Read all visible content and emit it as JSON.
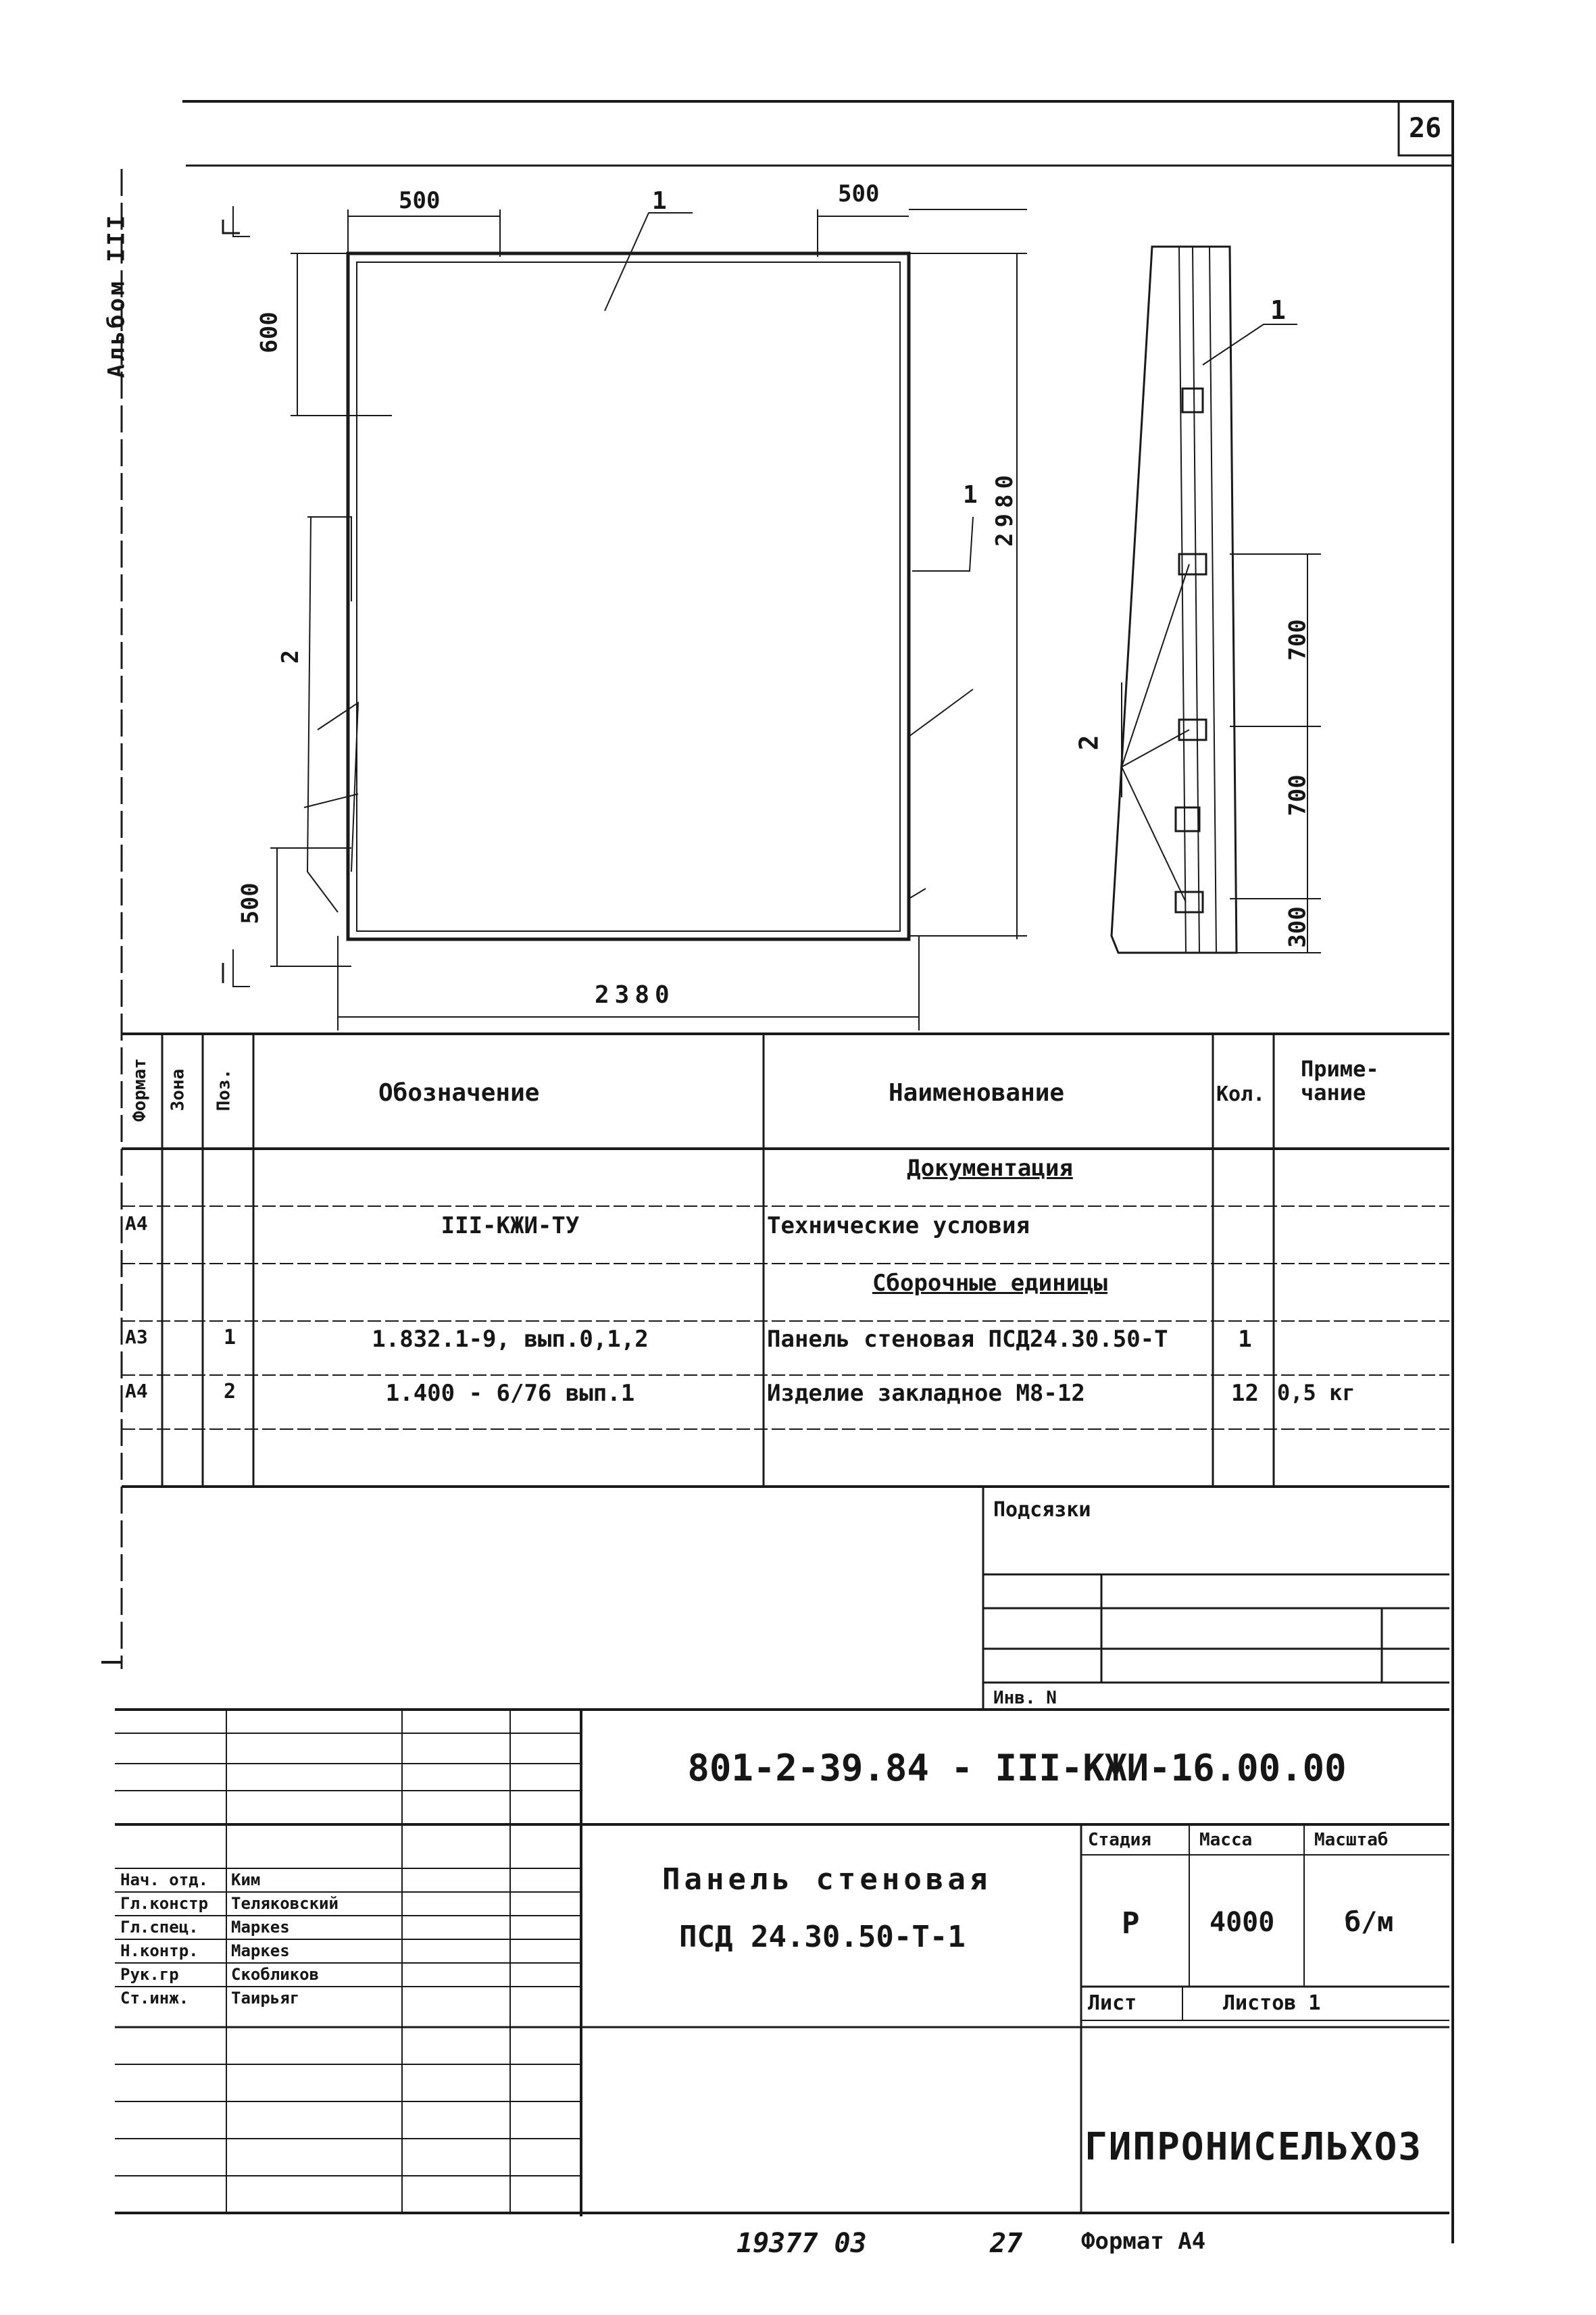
{
  "sheet": {
    "page_number": "26",
    "album_label": "Альбом III"
  },
  "drawing": {
    "front": {
      "dim_top_left": "500",
      "dim_top_right": "500",
      "dim_left_upper": "600",
      "dim_left_lower": "500",
      "dim_right": "2980",
      "dim_bottom": "2380",
      "callout_1a": "1",
      "callout_1b": "1",
      "callout_2": "2"
    },
    "side": {
      "callout_1": "1",
      "callout_2": "2",
      "dim_a": "700",
      "dim_b": "700",
      "dim_c": "300"
    }
  },
  "spec_table": {
    "headers": {
      "format": "Формат",
      "zone": "Зона",
      "pos": "Поз.",
      "designation": "Обозначение",
      "name": "Наименование",
      "qty": "Кол.",
      "note": "Приме-\nчание"
    },
    "rows": [
      {
        "format": "",
        "zone": "",
        "pos": "",
        "designation": "",
        "name": "Документация",
        "qty": "",
        "note": "",
        "section": true
      },
      {
        "format": "А4",
        "zone": "",
        "pos": "",
        "designation": "III-КЖИ-ТУ",
        "name": "Технические условия",
        "qty": "",
        "note": ""
      },
      {
        "format": "",
        "zone": "",
        "pos": "",
        "designation": "",
        "name": "Сборочные единицы",
        "qty": "",
        "note": "",
        "section": true
      },
      {
        "format": "А3",
        "zone": "",
        "pos": "1",
        "designation": "1.832.1-9, вып.0,1,2",
        "name": "Панель стеновая ПСД24.30.50-Т",
        "qty": "1",
        "note": ""
      },
      {
        "format": "А4",
        "zone": "",
        "pos": "2",
        "designation": "1.400 - 6/76 вып.1",
        "name": "Изделие закладное М8-12",
        "qty": "12",
        "note": "0,5 кг"
      },
      {
        "format": "",
        "zone": "",
        "pos": "",
        "designation": "",
        "name": "",
        "qty": "",
        "note": ""
      }
    ]
  },
  "links_block": {
    "label": "Подсязки",
    "inv_label": "Инв. N"
  },
  "title_block": {
    "code": "801-2-39.84 - III-КЖИ-16.00.00",
    "title_line1": "Панель стеновая",
    "title_line2": "ПСД 24.30.50-Т-1",
    "stage_label": "Стадия",
    "mass_label": "Масса",
    "scale_label": "Масштаб",
    "stage_value": "Р",
    "mass_value": "4000",
    "scale_value": "б/м",
    "sheet_label": "Лист",
    "sheets_label": "Листов 1",
    "organization": "ГИПРОНИСЕЛЬХОЗ",
    "signatures": [
      {
        "role": "Нач. отд.",
        "name": "Ким"
      },
      {
        "role": "Гл.констр",
        "name": "Теляковский"
      },
      {
        "role": "Гл.спец.",
        "name": "Маркеs"
      },
      {
        "role": "Н.контр.",
        "name": "Маркеs"
      },
      {
        "role": "Рук.гр",
        "name": "Скобликов"
      },
      {
        "role": "Ст.инж.",
        "name": "Таирьяг"
      }
    ]
  },
  "footer": {
    "number": "19377 03",
    "sheet_no": "27",
    "format_label": "Формат А4"
  }
}
